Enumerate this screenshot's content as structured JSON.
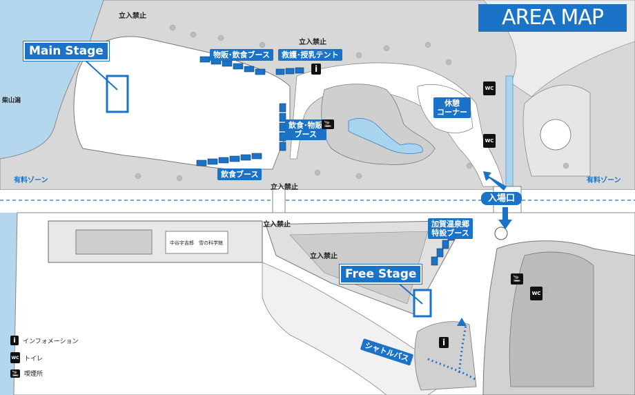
{
  "title": "AREA MAP",
  "labels": {
    "main_stage": "Main Stage",
    "free_stage": "Free Stage",
    "lake": "柴山潟",
    "no_entry": "立入禁止",
    "booth_merch_food": "物販･飲食ブース",
    "rescue_tent": "救護･授乳テント",
    "food_merch_booth_line1": "飲食･物販",
    "food_merch_booth_line2": "ブース",
    "food_booth": "飲食ブース",
    "rest_corner_line1": "休憩",
    "rest_corner_line2": "コーナー",
    "paid_zone": "有料ゾーン",
    "entrance": "入場口",
    "kaga_booth_line1": "加賀温泉郷",
    "kaga_booth_line2": "特設ブース",
    "shuttle_bus": "シャトルバス",
    "museum_left": "中谷宇吉郎",
    "museum_right": "雪の科学館"
  },
  "icons": {
    "info": "i",
    "wc": "WC"
  },
  "legend": [
    {
      "icon": "info-icon",
      "label": "インフォメーション"
    },
    {
      "icon": "wc-icon",
      "label": "トイレ"
    },
    {
      "icon": "smoking-icon",
      "label": "喫煙所"
    }
  ],
  "colors": {
    "accent": "#1a73c7",
    "water": "#a8d4ef",
    "land": "#d9d9d9",
    "paved": "#ffffff",
    "lake": "#b5d7ee"
  }
}
